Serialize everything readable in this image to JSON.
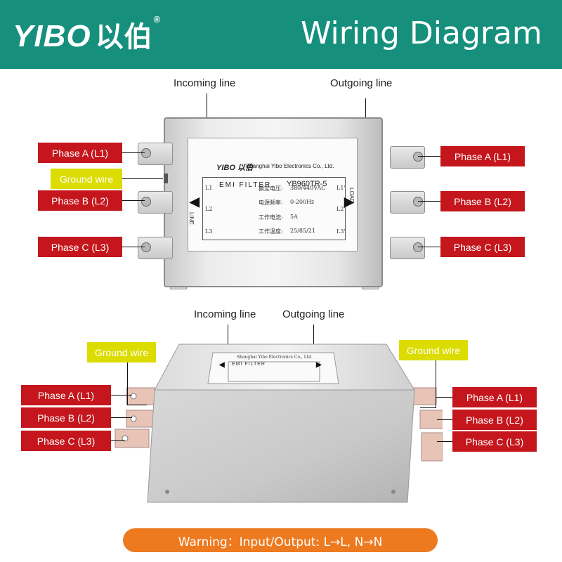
{
  "header": {
    "logo_text": "YIBO",
    "logo_cn": "以伯",
    "logo_reg": "®",
    "title": "Wiring Diagram"
  },
  "top_diagram": {
    "incoming_caption": "Incoming  line",
    "outgoing_caption": "Outgoing line",
    "left_labels": [
      "Phase A (L1)",
      "Ground wire",
      "Phase B (L2)",
      "Phase C (L3)"
    ],
    "right_labels": [
      "Phase A (L1)",
      "Phase B (L2)",
      "Phase C (L3)"
    ],
    "plate": {
      "brand": "YIBO 以伯",
      "company": "Shanghai Yibo Electronics Co., Ltd.",
      "product": "EMI FILTER",
      "model": "YB960TR-5",
      "line_side": "LINE",
      "load_side": "LOAD",
      "terminals_left": [
        "L1",
        "L2",
        "L3"
      ],
      "terminals_right": [
        "L1'",
        "L2'",
        "L3'"
      ],
      "specs": [
        {
          "key": "额定电压:",
          "value": "380/440VAC"
        },
        {
          "key": "电源频率:",
          "value": "0-200Hz"
        },
        {
          "key": "工作电流:",
          "value": "5A"
        },
        {
          "key": "工作温度:",
          "value": "25/85/21"
        }
      ]
    }
  },
  "bottom_diagram": {
    "incoming_caption": "Incoming  line",
    "outgoing_caption": "Outgoing line",
    "left_ground": "Ground wire",
    "right_ground": "Ground wire",
    "left_labels": [
      "Phase A (L1)",
      "Phase B (L2)",
      "Phase C (L3)"
    ],
    "right_labels": [
      "Phase A (L1)",
      "Phase B (L2)",
      "Phase C (L3)"
    ]
  },
  "warning": "Warning：Input/Output:  L→L, N→N",
  "colors": {
    "header": "#16907d",
    "phase_label": "#c4161c",
    "ground_label": "#dcdc00",
    "warning": "#ee7a1f"
  }
}
